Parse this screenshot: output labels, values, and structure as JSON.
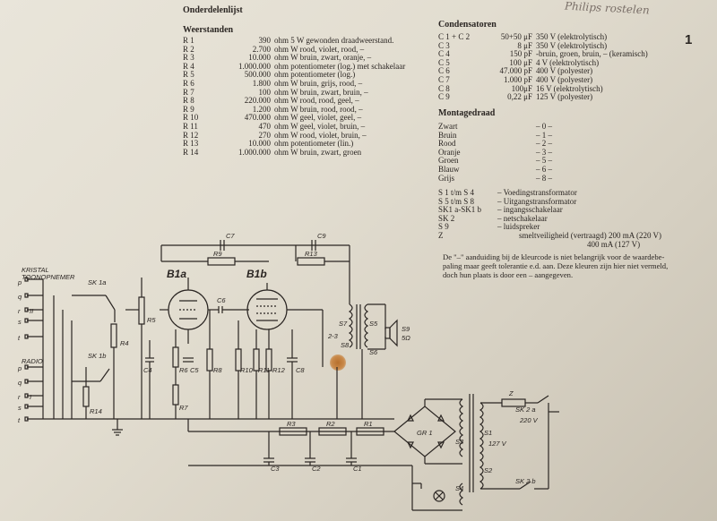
{
  "header": {
    "title": "Onderdelenlijst",
    "handwriting": "Philips rostelen",
    "page_number": "1"
  },
  "resistors": {
    "title": "Weerstanden",
    "items": [
      {
        "ref": "R 1",
        "value": "390",
        "desc": "ohm 5 W gewonden draadweerstand."
      },
      {
        "ref": "R 2",
        "value": "2.700",
        "desc": "ohm  W rood, violet, rood, –"
      },
      {
        "ref": "R 3",
        "value": "10.000",
        "desc": "ohm  W bruin, zwart, oranje, –"
      },
      {
        "ref": "R 4",
        "value": "1.000.000",
        "desc": "ohm potentiometer (log.) met schakelaar"
      },
      {
        "ref": "R 5",
        "value": "500.000",
        "desc": "ohm potentiometer (log.)"
      },
      {
        "ref": "R 6",
        "value": "1.800",
        "desc": "ohm  W bruin, grijs, rood, –"
      },
      {
        "ref": "R 7",
        "value": "100",
        "desc": "ohm  W bruin, zwart, bruin, –"
      },
      {
        "ref": "R 8",
        "value": "220.000",
        "desc": "ohm  W rood, rood, geel, –"
      },
      {
        "ref": "R 9",
        "value": "1.200",
        "desc": "ohm  W bruin, rood, rood, –"
      },
      {
        "ref": "R 10",
        "value": "470.000",
        "desc": "ohm  W geel, violet, geel, –"
      },
      {
        "ref": "R 11",
        "value": "470",
        "desc": "ohm  W geel, violet, bruin, –"
      },
      {
        "ref": "R 12",
        "value": "270",
        "desc": "ohm  W rood, violet, bruin, –"
      },
      {
        "ref": "R 13",
        "value": "10.000",
        "desc": "ohm potentiometer (lin.)"
      },
      {
        "ref": "R 14",
        "value": "1.000.000",
        "desc": "ohm  W bruin, zwart, groen"
      }
    ]
  },
  "capacitors": {
    "title": "Condensatoren",
    "items": [
      {
        "ref": "C 1 + C 2",
        "value": "50+50 μF",
        "desc": "350 V (elektrolytisch)"
      },
      {
        "ref": "C 3",
        "value": "8 μF",
        "desc": "350 V (elektrolytisch)"
      },
      {
        "ref": "C 4",
        "value": "150 pF",
        "desc": "-bruin, groen, bruin, – (keramisch)"
      },
      {
        "ref": "C 5",
        "value": "100 μF",
        "desc": "4 V (elektrolytisch)"
      },
      {
        "ref": "C 6",
        "value": "47.000 pF",
        "desc": "400 V (polyester)"
      },
      {
        "ref": "C 7",
        "value": "1.000 pF",
        "desc": "400 V (polyester)"
      },
      {
        "ref": "C 8",
        "value": "100μF",
        "desc": "16 V (elektrolytisch)"
      },
      {
        "ref": "C 9",
        "value": "0,22 μF",
        "desc": "125 V (polyester)"
      }
    ]
  },
  "wire": {
    "title": "Montagedraad",
    "items": [
      {
        "color": "Zwart",
        "code": "– 0 –"
      },
      {
        "color": "Bruin",
        "code": "– 1 –"
      },
      {
        "color": "Rood",
        "code": "– 2 –"
      },
      {
        "color": "Oranje",
        "code": "– 3 –"
      },
      {
        "color": "Groen",
        "code": "– 5 –"
      },
      {
        "color": "Blauw",
        "code": "– 6 –"
      },
      {
        "color": "Grijs",
        "code": "– 8 –"
      }
    ]
  },
  "components": [
    {
      "ref": "S 1 t/m S 4",
      "desc": "– Voedingstransformator"
    },
    {
      "ref": "S 5 t/m S 8",
      "desc": "– Uitgangstransformator"
    },
    {
      "ref": "SK1 a-SK1 b",
      "desc": "– ingangsschakelaar"
    },
    {
      "ref": "SK 2",
      "desc": "– netschakelaar"
    },
    {
      "ref": "S 9",
      "desc": "– luidspreker"
    },
    {
      "ref": "Z",
      "desc": "smeltveiligheid (vertraagd) 200 mA (220 V)"
    },
    {
      "ref": "",
      "desc": "400 mA (127 V)"
    }
  ],
  "note": {
    "lines": [
      "De \"–\" aanduiding bij de kleurcode is niet belangrijk voor de waardebe-",
      "paling maar geeft tolerantie e.d. aan. Deze kleuren zijn hier niet vermeld,",
      "doch hun plaats is door een – aangegeven."
    ]
  },
  "schematic": {
    "kristal": "KRISTAL",
    "toonopnemer": "TOONOPNEMER",
    "radio": "RADIO",
    "tube1": "B1a",
    "tube2": "B1b",
    "sk1a": "SK 1a",
    "sk1b": "SK 1b",
    "sk2a": "SK 2 a",
    "sk2b": "SK 2 b",
    "gr1": "GR 1",
    "v220": "220 V",
    "v127": "127 V",
    "ohm5": "5Ω",
    "pins1": [
      "p",
      "q",
      "r",
      "s",
      "t"
    ],
    "pins2": [
      "p",
      "q",
      "r",
      "s",
      "t"
    ],
    "roman": [
      "II",
      "I"
    ],
    "labels": [
      "C7",
      "C9",
      "R9",
      "R13",
      "C6",
      "R5",
      "R4",
      "C4",
      "R6",
      "C5",
      "R7",
      "R8",
      "R10",
      "R11",
      "R12",
      "C8",
      "R14",
      "S7",
      "S5",
      "S6",
      "S8",
      "S9",
      "2-3",
      "R3",
      "R2",
      "R1",
      "C3",
      "C2",
      "C1",
      "S1",
      "S2",
      "S3",
      "S4",
      "Z"
    ]
  }
}
